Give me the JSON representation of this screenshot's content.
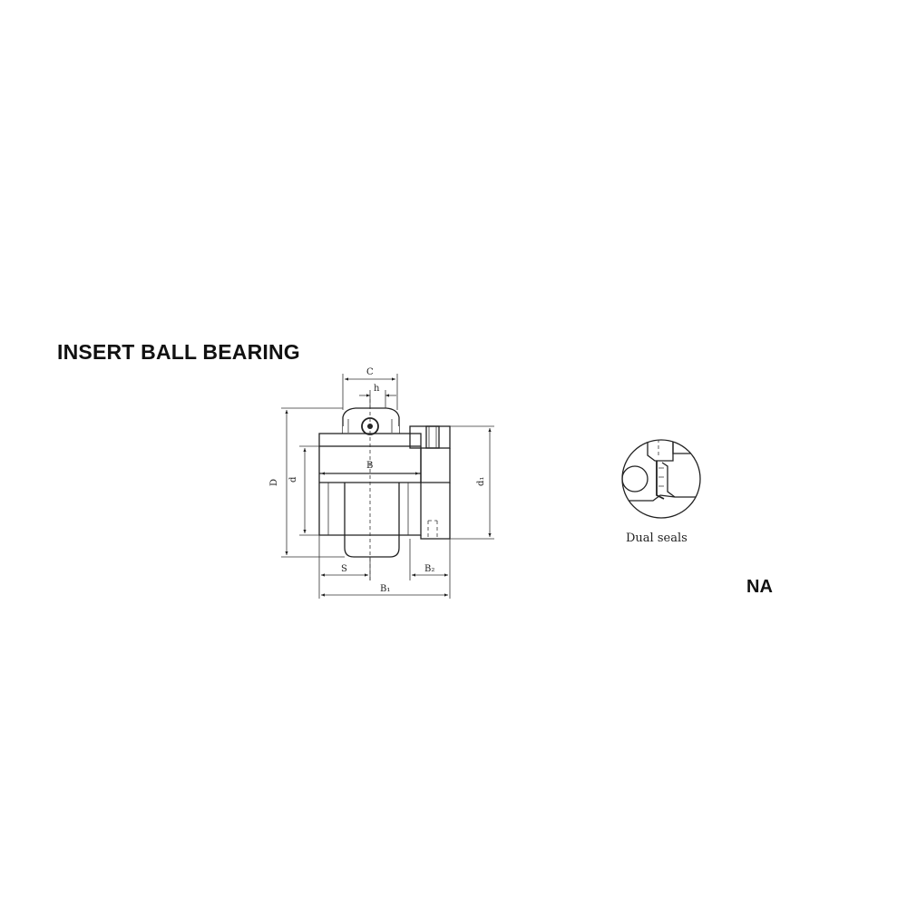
{
  "title": "INSERT BALL BEARING",
  "series_code": "NA",
  "detail_caption": "Dual  seals",
  "dimension_labels": {
    "C": "C",
    "h": "h",
    "D": "D",
    "d": "d",
    "B": "B",
    "d1": "d₁",
    "S": "S",
    "B2": "B₂",
    "B1": "B₁"
  }
}
